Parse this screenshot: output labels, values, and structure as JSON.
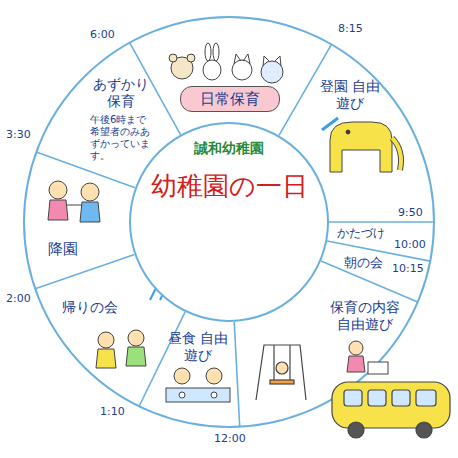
{
  "diagram": {
    "nodes": [
      {
        "text": [
          "誠和幼稚園",
          "幼稚園の一日"
        ]
      },
      {
        "text": [
          "日常保育"
        ]
      },
      {
        "text": [
          "登園 自由遊び"
        ]
      },
      {
        "text": [
          "かたづけ"
        ]
      },
      {
        "text": [
          "朝の会"
        ]
      },
      {
        "text": [
          "保育の内容 自由遊び"
        ]
      },
      {
        "text": [
          "昼食 自由遊び"
        ]
      },
      {
        "text": [
          "帰りの会"
        ]
      },
      {
        "text": [
          "降園"
        ]
      },
      {
        "text": [
          "あずかり 保育",
          "午後6時まで希望者のみあずかっています。"
        ]
      }
    ],
    "labels": [
      "6:00",
      "8:15",
      "9:50",
      "10:00",
      "10:15",
      "12:00",
      "1:10",
      "2:00",
      "3:30"
    ]
  }
}
